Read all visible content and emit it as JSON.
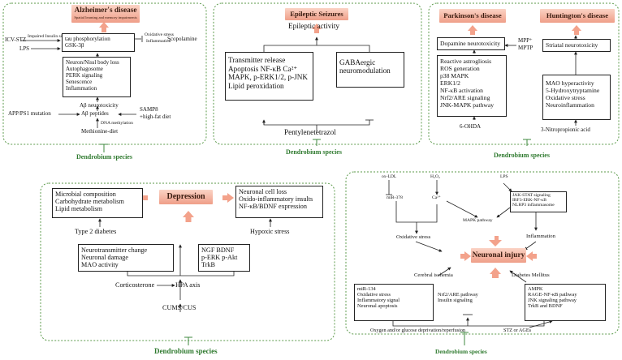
{
  "alz": {
    "title": "Alzheimer's disease",
    "subtitle": "Spatial learning and memory impairments",
    "icv": "ICV-STZ",
    "insulin": "Impaired Insulin signal",
    "lps": "LPS",
    "tau_box": [
      "tau phosphorylation",
      "GSK-3β"
    ],
    "oxidative": [
      "Oxidative stress",
      "Inflammation"
    ],
    "scopolamine": "Scopolamine",
    "neuron_box": [
      "Neuron/Nissl body loss",
      "Autophagosome",
      "PERK signaling",
      "Senescence",
      "Inflammation"
    ],
    "abeta_neuro": "Aβ neurotoxicity",
    "app": "APP/PS1 mutation",
    "abeta_pep": "Aβ peptides",
    "samp8": [
      "SAMP8",
      "+high-fat diet"
    ],
    "dna": "DNA methylation",
    "methionine": "Methionine-diet",
    "species": "Dendrobium species"
  },
  "epi": {
    "title": "Epileptic Seizures",
    "activity": "Epileptic activity",
    "box1": [
      "Transmitter release",
      "Apoptosis NF-κB  Ca²⁺",
      "MAPK, p-ERK1/2, p-JNK",
      "Lipid peroxidation"
    ],
    "box2": [
      "GABAergic",
      "neuromodulation"
    ],
    "ptz": "Pentylenetetrazol",
    "species": "Dendrobium species"
  },
  "park": {
    "title": "Parkinson's disease",
    "dopa": "Dopamine neurotoxicity",
    "mpp": [
      "MPP⁺",
      "MPTP"
    ],
    "box": [
      "Reactive astrogliosis",
      "ROS generation",
      "p38 MAPK",
      "ERK1/2",
      "NF-κB activation",
      "Nrf2/ARE signaling",
      "JNK-MAPK pathway"
    ],
    "ohda": "6-OHDA"
  },
  "hunt": {
    "title": "Huntington's disease",
    "striatal": "Striatal neurotoxicity",
    "box": [
      "MAO hyperactivity",
      "5-Hydroxytryptamine",
      "Oxidative stress",
      "Neuroinflammation"
    ],
    "npa": "3-Nitropropionic acid",
    "species": "Dendrobium species"
  },
  "dep": {
    "title": "Depression",
    "micro": [
      "Microbial composition",
      "Carbohydrate metabolism",
      "Lipid metabolism"
    ],
    "neuronal": [
      "Neuronal cell loss",
      "Oxido-inflammatory insults",
      "NF-κB/BDNF expression"
    ],
    "t2d": "Type 2 diabetes",
    "hypoxic": "Hypoxic stress",
    "neurotrans": [
      "Neurotransmitter change",
      "Neuronal damage",
      "MAO activity"
    ],
    "ngf": [
      "NGF  BDNF",
      "p-ERK  p-Akt",
      "TrkB"
    ],
    "cort": "Corticosterone",
    "hpa": "HPA axis",
    "cums": "CUMS/CUS",
    "species": "Dendrobium species"
  },
  "inj": {
    "oxldl": "ox-LDL",
    "h2o2": "H₂O₂",
    "lps": "LPS",
    "mir378": "miR-378",
    "ca": "Ca²⁺",
    "mapk": "MAPK pathway",
    "jak": [
      "JAK-STAT signaling",
      "IRF3-ERK-NF-κB",
      "NLRP3 inflammasome"
    ],
    "oxstress": "Oxidative stress",
    "inflam": "Inflammation",
    "title": "Neuronal injury",
    "cerebral": "Cerebral ischemia",
    "diabetes": "Diabetes Mellitus",
    "mir134": [
      "miR-134",
      "Oxidative stress",
      "Inflammatory signal",
      "Neuronal apoptosis"
    ],
    "nrf2": [
      "Nrf2/ARE pathway",
      "Insulin signaling"
    ],
    "ampk": [
      "AMPK",
      "RAGE-NF-κB pathway",
      "JNK signaling pathway",
      "TrkB and BDNF"
    ],
    "ogd": "Oxygen and/or glucose deprivation/reperfusion",
    "stz": "STZ or AGEs",
    "species": "Dendrobium species"
  }
}
